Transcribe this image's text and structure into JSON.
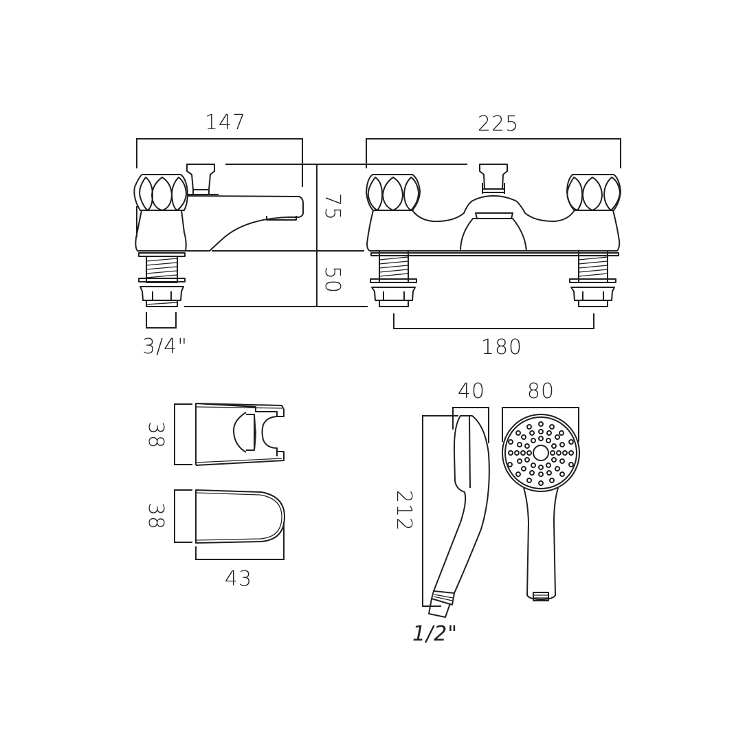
{
  "drawing": {
    "title": "Bath shower mixer dimension drawing",
    "units": "mm",
    "line_color": "#231f20",
    "background": "#ffffff"
  },
  "side_view": {
    "width_label": "147",
    "upper_height_label": "75",
    "lower_height_label": "50",
    "thread_label": "3/4\""
  },
  "front_view": {
    "width_label": "225",
    "centres_label": "180"
  },
  "wall_bracket": {
    "front_height_label": "38",
    "side_height_label": "38",
    "depth_label": "43"
  },
  "handset": {
    "side_width_label": "40",
    "face_width_label": "80",
    "length_label": "212",
    "thread_label": "1/2\""
  }
}
